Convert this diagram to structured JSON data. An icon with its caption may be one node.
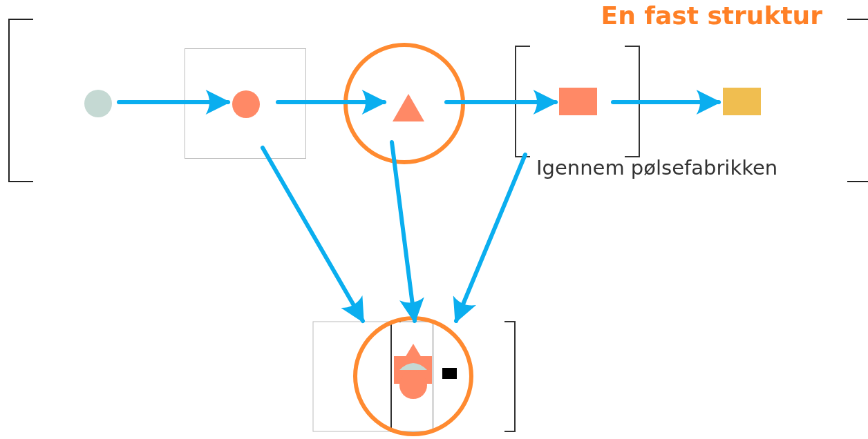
{
  "diagram": {
    "title": "En fast struktur",
    "nodes": [
      {
        "text": [],
        "shape": "circle"
      },
      {
        "text": [],
        "shape": "box"
      },
      {
        "text": [],
        "shape": "circle",
        "in": 1
      },
      {
        "text": [],
        "shape": "circle"
      },
      {
        "text": [],
        "shape": "triangle",
        "in": 3
      },
      {
        "text": [],
        "shape": "bracket"
      },
      {
        "text": [],
        "shape": "box",
        "in": 5
      },
      {
        "text": [],
        "shape": "box"
      },
      {
        "text": [],
        "shape": "picture"
      }
    ],
    "edges": [
      {
        "from": 0,
        "to": 2,
        "arrow": "to"
      },
      {
        "from": 2,
        "to": 4,
        "arrow": "to"
      },
      {
        "from": 4,
        "to": 6,
        "arrow": "to"
      },
      {
        "from": 6,
        "to": 7,
        "arrow": "to"
      },
      {
        "from": 1,
        "to": 8,
        "arrow": "to"
      },
      {
        "from": 3,
        "to": 8,
        "arrow": "to"
      },
      {
        "from": 5,
        "to": 8,
        "arrow": "to"
      }
    ],
    "labels": [
      "Igennem pølsefabrikken"
    ]
  }
}
